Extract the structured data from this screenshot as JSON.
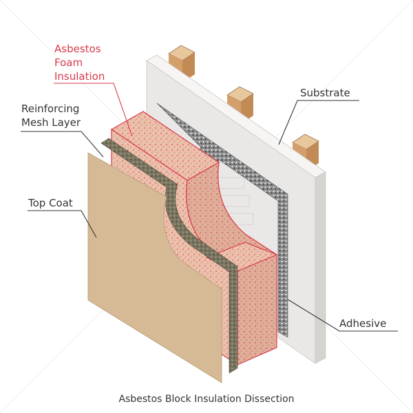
{
  "labels": {
    "asbestos_foam": [
      "Asbestos",
      "Foam",
      "Insulation"
    ],
    "reinforcing_mesh": [
      "Reinforcing",
      "Mesh Layer"
    ],
    "top_coat": "Top Coat",
    "substrate": "Substrate",
    "adhesive": "Adhesive"
  },
  "caption": "Asbestos Block Insulation Dissection",
  "colors": {
    "highlight": "#d8394a",
    "label_text": "#333333",
    "foam": "#e9b9a5",
    "top_coat": "#d6ba95",
    "mesh": "#6f6a56",
    "substrate": "#eae8e6",
    "adhesive": "#7d7d7d",
    "studs": "#d3a06c"
  }
}
